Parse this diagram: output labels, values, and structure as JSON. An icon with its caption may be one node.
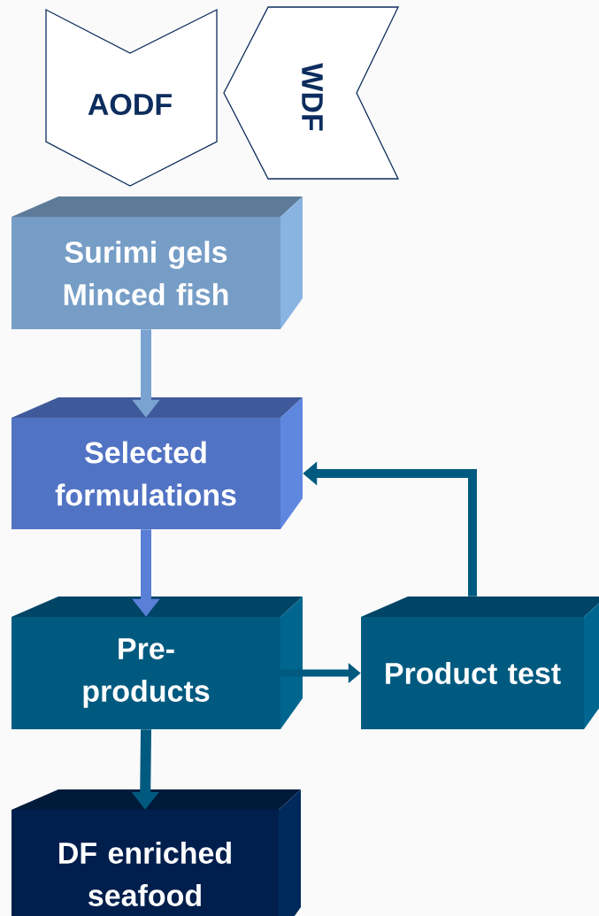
{
  "diagram": {
    "nodes": [
      {
        "text": [
          "AODF"
        ]
      },
      {
        "text": [
          "WDF"
        ]
      },
      {
        "text": [
          "Surimi gels",
          "Minced fish"
        ]
      },
      {
        "text": [
          "Selected formulations"
        ]
      },
      {
        "text": [
          "Pre-products"
        ]
      },
      {
        "text": [
          "Product test"
        ]
      },
      {
        "text": [
          "DF enriched seafood"
        ]
      }
    ],
    "edges": [
      {
        "from": 2,
        "to": 3,
        "arrow": "to",
        "color": "#7aa3d2"
      },
      {
        "from": 3,
        "to": 4,
        "arrow": "to",
        "color": "#5a7fd6"
      },
      {
        "from": 4,
        "to": 5,
        "arrow": "to"
      },
      {
        "from": 5,
        "to": 3,
        "arrow": "to"
      },
      {
        "from": 4,
        "to": 6,
        "arrow": "to"
      }
    ]
  }
}
